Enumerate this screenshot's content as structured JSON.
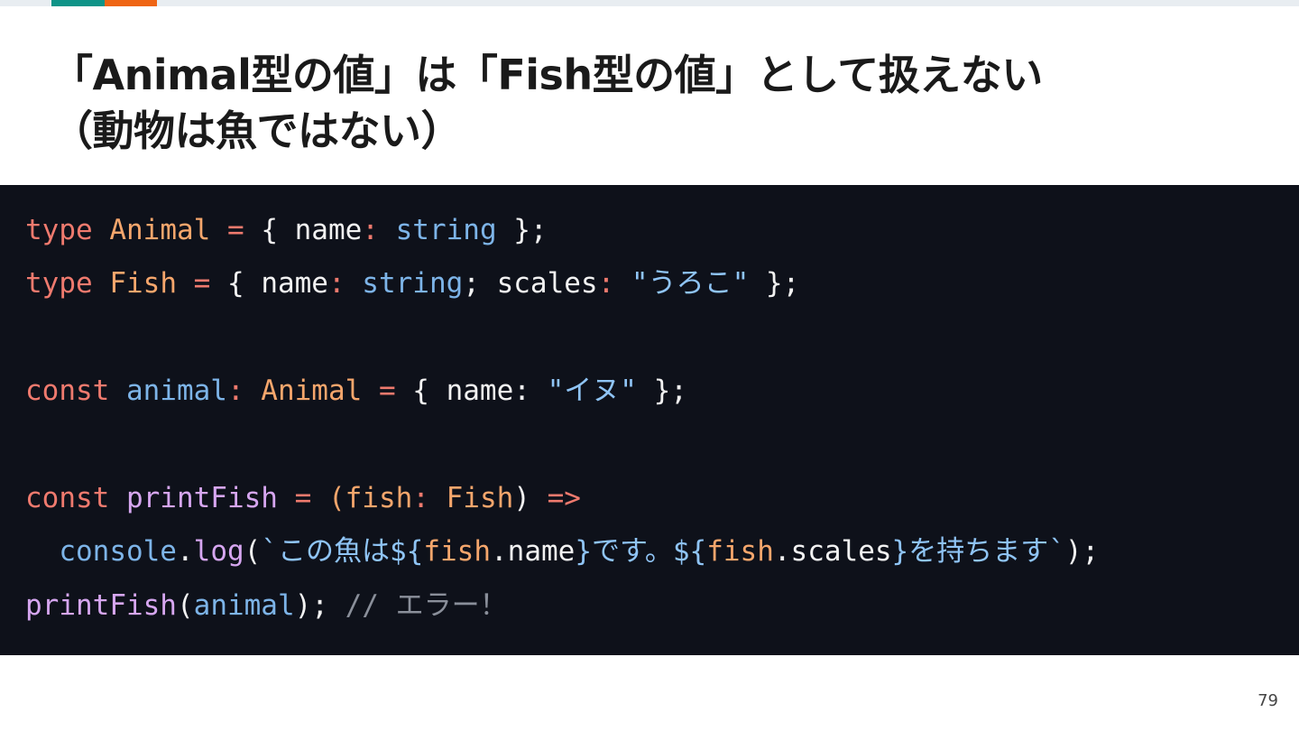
{
  "title": {
    "line1": "「Animal型の値」は「Fish型の値」として扱えない",
    "line2": "（動物は魚ではない）"
  },
  "code": {
    "line1": {
      "kw": "type ",
      "type": "Animal",
      "eq": " = ",
      "open": "{ ",
      "prop": "name",
      "colon": ": ",
      "builtin": "string",
      "close": " };"
    },
    "line2": {
      "kw": "type ",
      "type": "Fish",
      "eq": " = ",
      "open": "{ ",
      "prop1": "name",
      "colon1": ": ",
      "builtin": "string",
      "semi": "; ",
      "prop2": "scales",
      "colon2": ": ",
      "str": "\"うろこ\"",
      "close": " };"
    },
    "line4": {
      "kw": "const ",
      "var": "animal",
      "colon": ": ",
      "type": "Animal",
      "eq": " = ",
      "open": "{ ",
      "prop": "name",
      "colon2": ": ",
      "str": "\"イヌ\"",
      "close": " };"
    },
    "line6": {
      "kw": "const ",
      "fn": "printFish",
      "eq": " = ",
      "paren_open": "(",
      "param": "fish",
      "colon": ": ",
      "type": "Fish",
      "paren_close": ")",
      "arrow": " =>"
    },
    "line7": {
      "indent": "  ",
      "obj": "console",
      "dot1": ".",
      "method": "log",
      "call_open": "(",
      "tpl_start": "`この魚は",
      "interp1_open": "${",
      "fish1": "fish",
      "dot2": ".",
      "prop1": "name",
      "interp1_close": "}",
      "tpl_mid": "です。",
      "interp2_open": "${",
      "fish2": "fish",
      "dot3": ".",
      "prop2": "scales",
      "interp2_close": "}",
      "tpl_end": "を持ちます`",
      "call_close": ");"
    },
    "line8": {
      "fn": "printFish",
      "paren_open": "(",
      "arg": "animal",
      "paren_close": ");",
      "space": " ",
      "comment": "// エラー！"
    }
  },
  "page_number": "79",
  "colors": {
    "accent_teal": "#0f9488",
    "accent_orange": "#ef6514",
    "code_background": "#0e111a"
  }
}
